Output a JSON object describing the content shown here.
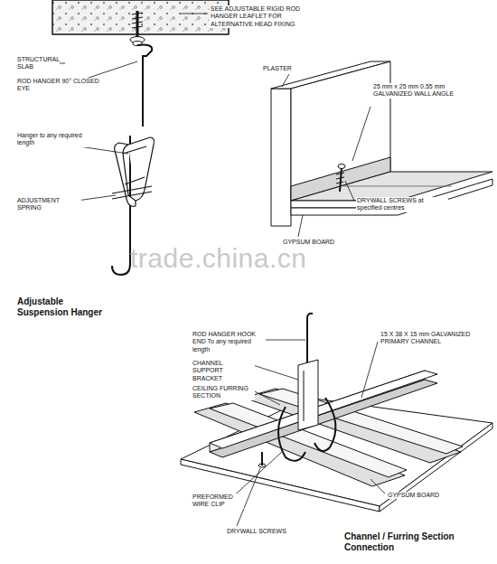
{
  "diagram": {
    "labels": [
      "SEE ADJUSTABLE RIGID ROD HANGER LEAFLET FOR ALTERNATIVE HEAD FIXING",
      "STRUCTURAL SLAB",
      "ROD HANGER 90° CLOSED EYE",
      "Hanger to any required length",
      "ADJUSTMENT SPRING",
      "PLASTER",
      "25 mm x 25 mm 0.55 mm GALVANIZED WALL ANGLE",
      "DRYWALL SCREWS at specified centres",
      "GYPSUM BOARD",
      "trade.china.cn",
      "Adjustable Suspension Hanger",
      "ROD HANGER HOOK END To any required length",
      "CHANNEL SUPPORT BRACKET",
      "CEILING FURRING SECTION",
      "15 X 38 X 15 mm GALVANIZED PRIMARY CHANNEL",
      "PREFORMED WIRE CLIP",
      "GYPSUM BOARD",
      "DRYWALL SCREWS",
      "Channel / Furring Section Connection"
    ]
  }
}
